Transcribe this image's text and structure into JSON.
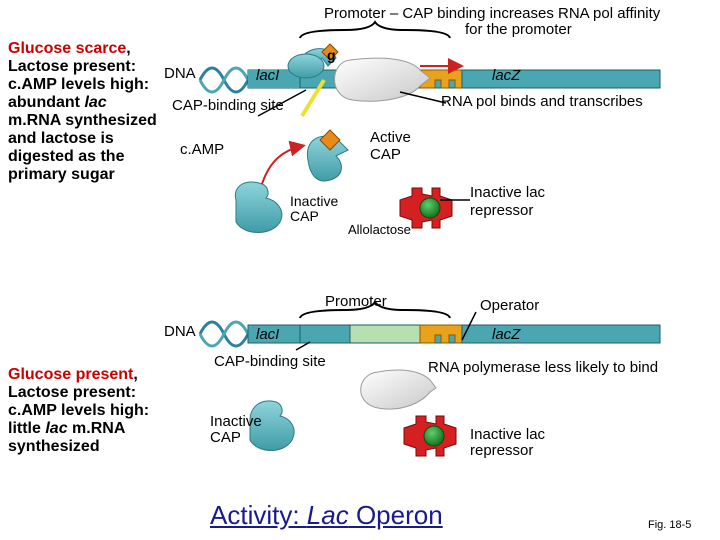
{
  "top_panel": {
    "heading_line1": "Promoter – CAP binding increases RNA pol affinity",
    "heading_line2": "for the promoter",
    "g_label": "g",
    "side": {
      "line1_red": "Glucose scarce",
      "line1_rest": ",",
      "line2": "Lactose present:",
      "line3": "c.AMP levels high:",
      "line4_pre": "abundant ",
      "line4_italic": "lac",
      "line5": "m.RNA synthesized",
      "line6": "and lactose is",
      "line7": "digested as the",
      "line8": "primary sugar"
    },
    "dna_label": "DNA",
    "laci_label": "lacI",
    "lacz_label": "lacZ",
    "cap_binding_site": "CAP-binding site",
    "rna_pol_binds": "RNA pol binds and transcribes",
    "active_cap_1": "Active",
    "active_cap_2": "CAP",
    "camp_label": "c.AMP",
    "inactive_cap_1": "Inactive",
    "inactive_cap_2": "CAP",
    "allolactose": "Allolactose",
    "inactive_repressor_1": "Inactive lac",
    "inactive_repressor_2": "repressor"
  },
  "bottom_panel": {
    "promoter": "Promoter",
    "operator": "Operator",
    "dna_label": "DNA",
    "laci_label": "lacI",
    "lacz_label": "lacZ",
    "cap_binding_site": "CAP-binding site",
    "rna_pol_less_likely": "RNA polymerase less likely to bind",
    "side": {
      "line1_red": "Glucose present",
      "line1_rest": ",",
      "line2": "Lactose present:",
      "line3": "c.AMP levels high:",
      "line4_pre": "little ",
      "line4_italic": "lac",
      "line4_post": " m.RNA",
      "line5": "synthesized"
    },
    "inactive_cap_1": "Inactive",
    "inactive_cap_2": "CAP",
    "inactive_repressor_1": "Inactive lac",
    "inactive_repressor_2": "repressor"
  },
  "footer": {
    "activity_pre": "Activity: ",
    "activity_italic": "Lac",
    "activity_post": " Operon",
    "fig": "Fig. 18-5"
  },
  "colors": {
    "cap_teal": "#5db8c2",
    "dna_teal": "#4aa7b1",
    "segment_light": "#b7dfb0",
    "operator_orange": "#e8a21c",
    "camp_orange": "#e88a1a",
    "repressor_red": "#d42020",
    "allolactose_green": "#1e8a2e",
    "rna_pol_gray": "#e4e4e4",
    "arrow_red": "#cc2222",
    "glucose_red": "#cc0000"
  }
}
